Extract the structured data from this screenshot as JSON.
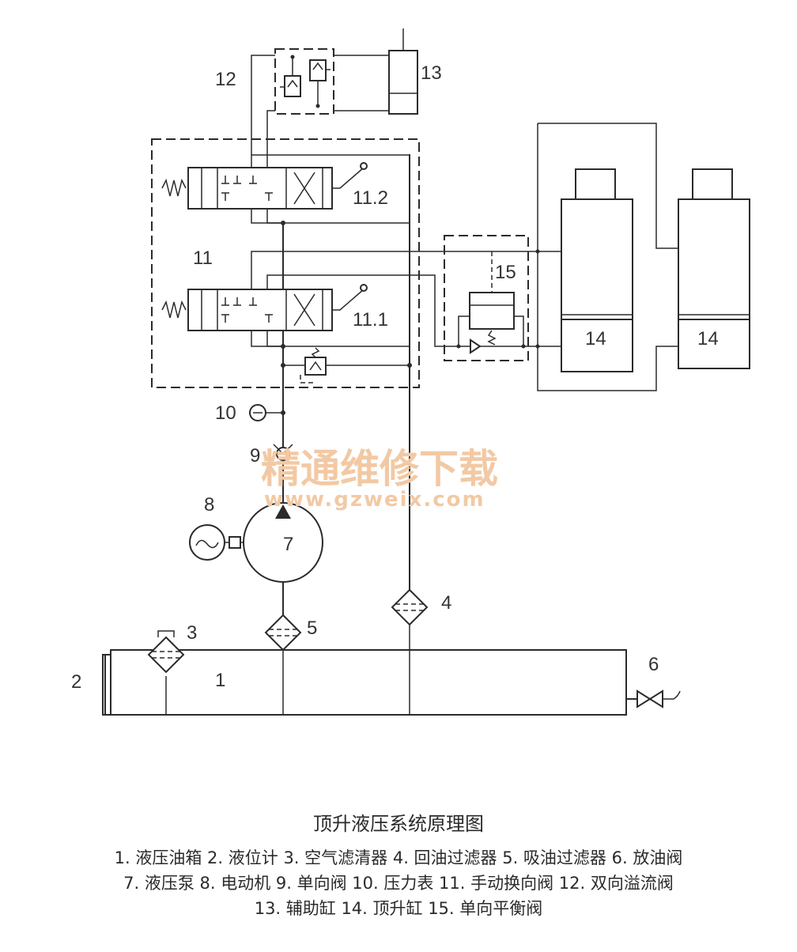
{
  "labels": {
    "n1": "1",
    "n2": "2",
    "n3": "3",
    "n4": "4",
    "n5": "5",
    "n6": "6",
    "n7": "7",
    "n8": "8",
    "n9": "9",
    "n10": "10",
    "n11": "11",
    "n11_1": "11.1",
    "n11_2": "11.2",
    "n12": "12",
    "n13": "13",
    "n14a": "14",
    "n14b": "14",
    "n15": "15"
  },
  "watermark": {
    "text": "精通维修下载",
    "url": "www.gzweix.com",
    "color": "#f2c9a4"
  },
  "caption": {
    "title": "顶升液压系统原理图",
    "line1": "1. 液压油箱  2. 液位计  3. 空气滤清器  4. 回油过滤器  5. 吸油过滤器  6. 放油阀",
    "line2": "7. 液压泵  8. 电动机  9. 单向阀  10. 压力表  11. 手动换向阀  12. 双向溢流阀",
    "line3": "13. 辅助缸   14. 顶升缸  15. 单向平衡阀"
  }
}
